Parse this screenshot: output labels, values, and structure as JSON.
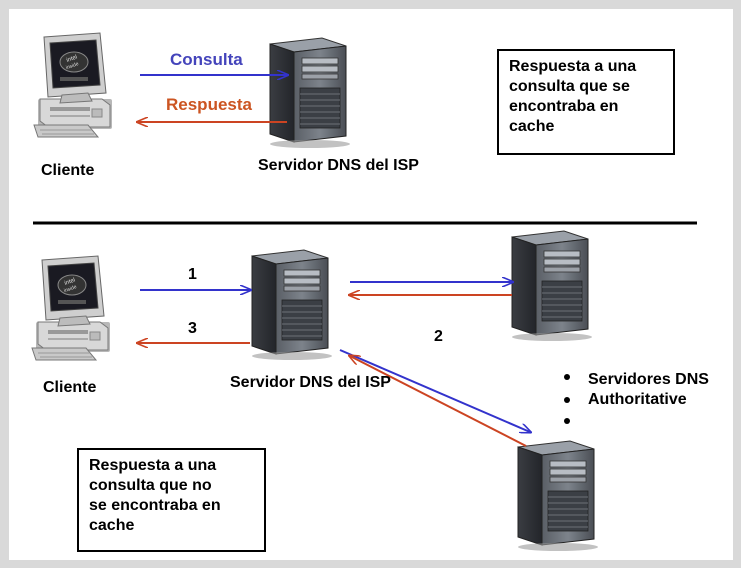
{
  "cached_section": {
    "client_label": "Cliente",
    "server_label": "Servidor DNS del ISP",
    "query_label": "Consulta",
    "response_label": "Respuesta",
    "note_lines": [
      "Respuesta a una",
      "consulta que se",
      "encontraba en",
      "cache"
    ]
  },
  "uncached_section": {
    "client_label": "Cliente",
    "server_label": "Servidor DNS del ISP",
    "step_1": "1",
    "step_2": "2",
    "step_3": "3",
    "authoritative_label_1": "Servidores DNS",
    "authoritative_label_2": "Authoritative",
    "note_lines": [
      "Respuesta a una",
      "consulta que no",
      "se encontraba en",
      "cache"
    ]
  },
  "colors": {
    "query_arrow": "#3333cc",
    "response_arrow": "#cc4422",
    "query_text": "#4444bb",
    "response_text": "#cc5522",
    "divider": "#000000"
  },
  "icons": [
    "desktop-computer-icon",
    "server-tower-icon"
  ]
}
